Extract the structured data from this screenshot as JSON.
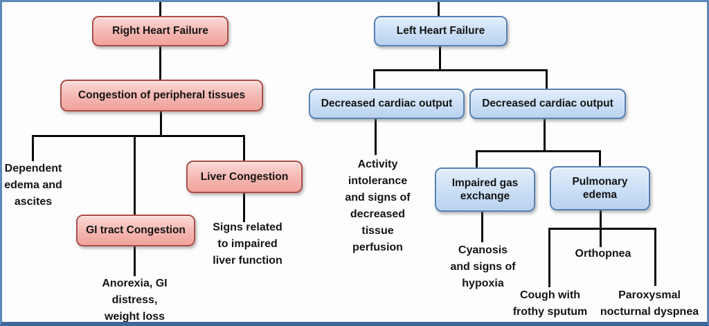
{
  "colors": {
    "frame": "#5d89ba",
    "frame_bottom": "#3f659b",
    "line": "#0a0a0a",
    "pink_fill_top": "#fad9d6",
    "pink_fill_bottom": "#f0a29b",
    "pink_border": "#ad4a44",
    "blue_fill_top": "#e3eefb",
    "blue_fill_bottom": "#b9d2f0",
    "blue_border": "#5480b4"
  },
  "left_tree": {
    "root": "Right Heart Failure",
    "congestion": "Congestion of peripheral tissues",
    "leaf_dependent_edema": "Dependent\nedema and\nascites",
    "node_liver_congestion": "Liver Congestion",
    "leaf_liver_signs": "Signs related\nto impaired\nliver function",
    "node_gi_congestion": "GI tract Congestion",
    "leaf_gi_signs": "Anorexia, GI\ndistress,\nweight loss"
  },
  "right_tree": {
    "root": "Left Heart Failure",
    "node_dco_left": "Decreased cardiac output",
    "node_dco_right": "Decreased cardiac output",
    "leaf_activity": "Activity\nintolerance\nand signs of\ndecreased\ntissue\nperfusion",
    "node_impaired_gas": "Impaired gas\nexchange",
    "leaf_cyanosis": "Cyanosis\nand signs of\nhypoxia",
    "node_pulmonary_edema": "Pulmonary\nedema",
    "leaf_orthopnea": "Orthopnea",
    "leaf_cough": "Cough with\nfrothy sputum",
    "leaf_paroxysmal": "Paroxysmal\nnocturnal dyspnea"
  }
}
